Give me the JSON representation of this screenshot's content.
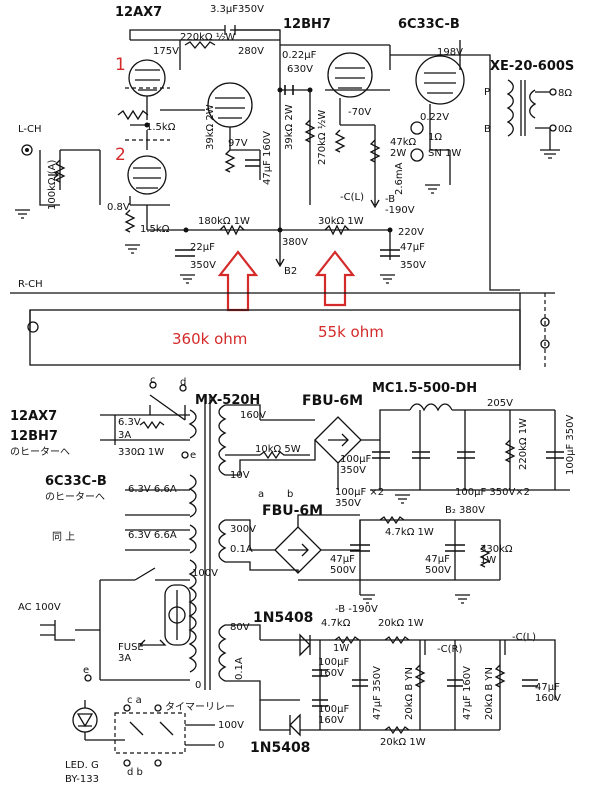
{
  "colors": {
    "ink": "#111111",
    "annotation": "#d42a2a",
    "background": "#ffffff"
  },
  "tubes": {
    "v1": "12AX7",
    "v2": "12BH7",
    "v3": "6C33C-B"
  },
  "transformer_out": "XE-20-600S",
  "amp": {
    "cap_top": "3.3μF350V",
    "r_plate1": "220kΩ ½W",
    "v175": "175V",
    "v280": "280V",
    "cap_coupling_a": "0.22μF",
    "cap_coupling_b": "630V",
    "v198": "198V",
    "p": "P",
    "b": "B",
    "out8": "8Ω",
    "out0": "0Ω",
    "r_cath_mid": "1.5kΩ",
    "v97": "97V",
    "r_39k_2w": "39kΩ 2W",
    "r_39k_2w_b": "39kΩ 2W",
    "cap_47u160": "47μF 160V",
    "r_270k": "270kΩ ½W",
    "vneg70": "-70V",
    "r_47k2w": "47kΩ\n2W",
    "v022": "0.22V",
    "r_1ohm": "1Ω",
    "sn1w": "SN 1W",
    "cl": "-C(L)",
    "bneg190": "-B\n-190V",
    "ma": "2.6mA",
    "lch": "L-CH",
    "vol": "100kΩ (A)",
    "v08": "0.8V",
    "r_cath_low": "1.5kΩ",
    "r_180k": "180kΩ 1W",
    "r_30k": "30kΩ 1W",
    "v220": "220V",
    "v380": "380V",
    "cap_22u_a": "22μF",
    "cap_22u_b": "350V",
    "b2": "B2",
    "cap_47u_a": "47μF",
    "cap_47u_b": "350V",
    "label_1": "1",
    "label_2": "2"
  },
  "annotations": {
    "left": "360k ohm",
    "right": "55k ohm"
  },
  "rch": "R-CH",
  "psu": {
    "heater_12ax7": "12AX7",
    "heater_12bh7": "12BH7",
    "heater_note": "のヒーターへ",
    "v63": "6.3V",
    "a3": "3A",
    "r330": "330Ω 1W",
    "c": "c",
    "d": "d",
    "e": "e",
    "mx": "MX-520H",
    "fbu1": "FBU-6M",
    "choke": "MC1.5-500-DH",
    "v160": "160V",
    "v10": "10V",
    "r10k5w": "10kΩ 5W",
    "a": "a",
    "b": "b",
    "v205": "205V",
    "cap_100u350": "100μF\n350V",
    "cap_100ux2": "100μF ×2\n350V",
    "cap_100u350x2": "100μF 350V×2",
    "r220k": "220kΩ 1W",
    "cap_100u350v": "100μF 350V",
    "heater_6c33": "6C33C-B",
    "heater_6c33_note": "のヒーターへ",
    "h1": "6.3V 6.6A",
    "h2": "6.3V 6.6A",
    "same": "同 上",
    "fbu2": "FBU-6M",
    "v300": "300V",
    "a01": "0.1A",
    "r47k1w": "4.7kΩ 1W",
    "b2_380": "B₂ 380V",
    "c47_500a": "47μF\n500V",
    "c47_500b": "47μF\n500V",
    "r330k": "330kΩ\n1W",
    "bneg190b": "-B -190V",
    "v100": "100V",
    "v0": "0",
    "ac": "AC 100V",
    "fuse": "FUSE\n3A",
    "d1": "1N5408",
    "d2": "1N5408",
    "v80": "80V",
    "a01b": "0.1A",
    "r47k1wb": "4.7kΩ",
    "r1w": "1W",
    "r20k1w": "20kΩ 1W",
    "r20k1wb": "20kΩ 1W",
    "c100u160a": "100μF\n160V",
    "c100u160b": "100μF\n160V",
    "c47u350": "47μF 350V",
    "r20kbyn": "20kΩ B YN",
    "c47u160a": "47μF 160V",
    "r20kbyn2": "20kΩ B YN",
    "cR": "-C(R)",
    "cL": "-C(L)",
    "c47u160b": "47μF\n160V",
    "e2": "e",
    "ledg": "LED. G",
    "by133": "BY-133",
    "timer": "タイマーリレー",
    "v100b": "100V",
    "v0b": "0",
    "ca": "c   a",
    "db": "d   b"
  }
}
